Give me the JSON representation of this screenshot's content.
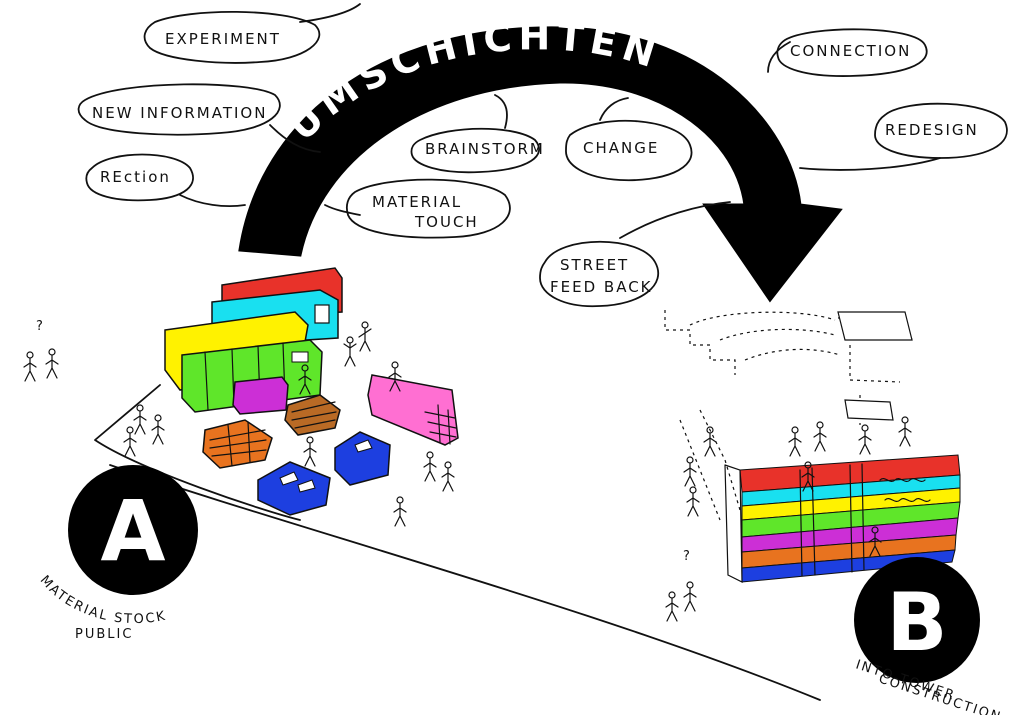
{
  "title": "UMSCHICHTEN",
  "bubbles": {
    "experiment": "EXPERIMENT",
    "new_information": "NEW INFORMATION",
    "reaction": "REction",
    "brainstorm": "BRAINSTORM",
    "change": "CHANGE",
    "material_touch_1": "MATERIAL",
    "material_touch_2": "TOUCH",
    "street_feedback_1": "STREET",
    "street_feedback_2": "FEED BACK",
    "connection": "CONNECTION",
    "redesign": "REDESIGN"
  },
  "nodes": {
    "a_letter": "A",
    "b_letter": "B"
  },
  "captions": {
    "a_line1": "MATERIAL STOCK",
    "a_line2": "PUBLIC",
    "b_line1": "INTO TOWER",
    "b_line2": "CONSTRUCTION"
  },
  "marks": {
    "question": "?"
  },
  "colors": {
    "red": "#e8322a",
    "cyan": "#19e0f0",
    "yellow": "#fff200",
    "green": "#5fe62a",
    "magenta": "#cc2fd6",
    "pink": "#ff6fd2",
    "orange": "#e8731f",
    "brown": "#b96a25",
    "blue": "#1d3fe0",
    "black": "#000000"
  }
}
